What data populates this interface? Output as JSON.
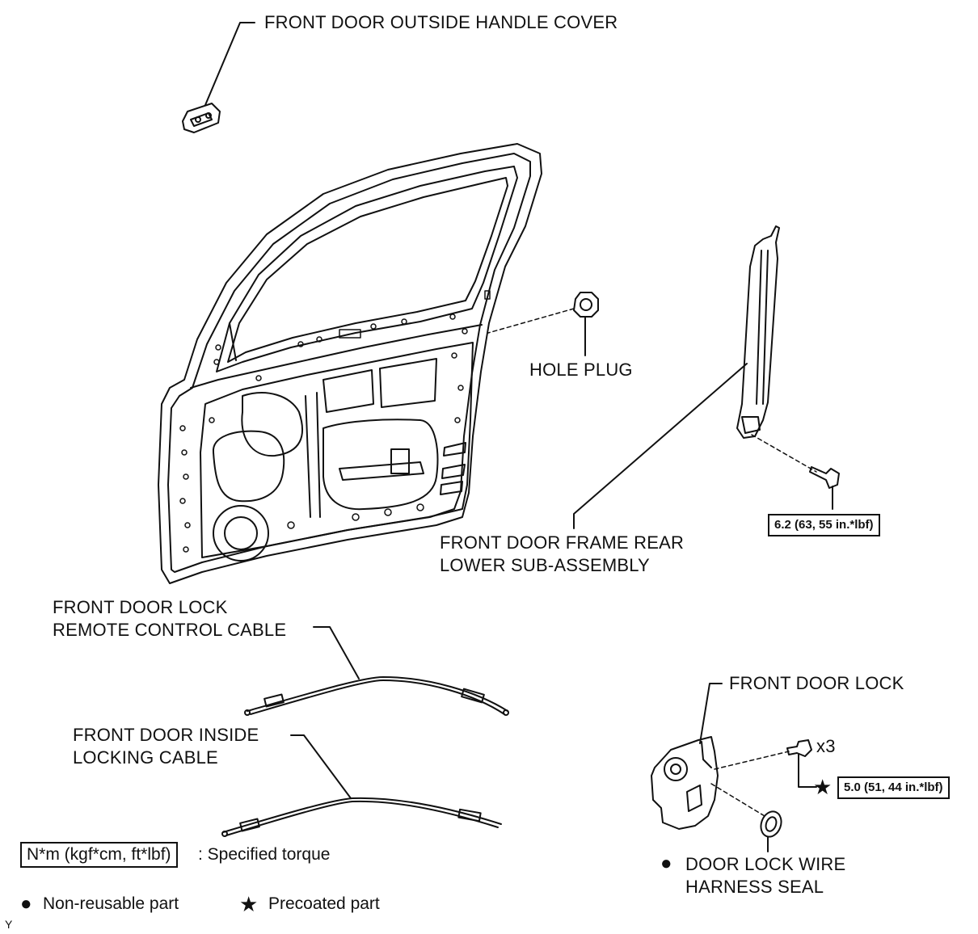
{
  "labels": {
    "handle_cover": "FRONT DOOR OUTSIDE HANDLE COVER",
    "hole_plug": "HOLE PLUG",
    "frame_rear_line1": "FRONT DOOR FRAME REAR",
    "frame_rear_line2": "LOWER SUB-ASSEMBLY",
    "remote_cable_line1": "FRONT DOOR LOCK",
    "remote_cable_line2": "REMOTE CONTROL CABLE",
    "inside_cable_line1": "FRONT DOOR INSIDE",
    "inside_cable_line2": "LOCKING CABLE",
    "door_lock": "FRONT DOOR LOCK",
    "seal_line1": "DOOR LOCK WIRE",
    "seal_line2": "HARNESS SEAL",
    "multiplier": "x3"
  },
  "torques": {
    "frame_bolt": "6.2 (63, 55 in.*lbf)",
    "lock_screw": "5.0 (51, 44 in.*lbf)"
  },
  "legend": {
    "torque_box": "N*m (kgf*cm, ft*lbf)",
    "torque_text": ": Specified torque",
    "nonreusable_symbol": "●",
    "nonreusable": "Non-reusable part",
    "precoated_symbol": "★",
    "precoated": "Precoated part"
  },
  "footer_code": "Y",
  "icons": {
    "nonreusable": "filled-circle-icon",
    "precoated": "star-icon"
  }
}
